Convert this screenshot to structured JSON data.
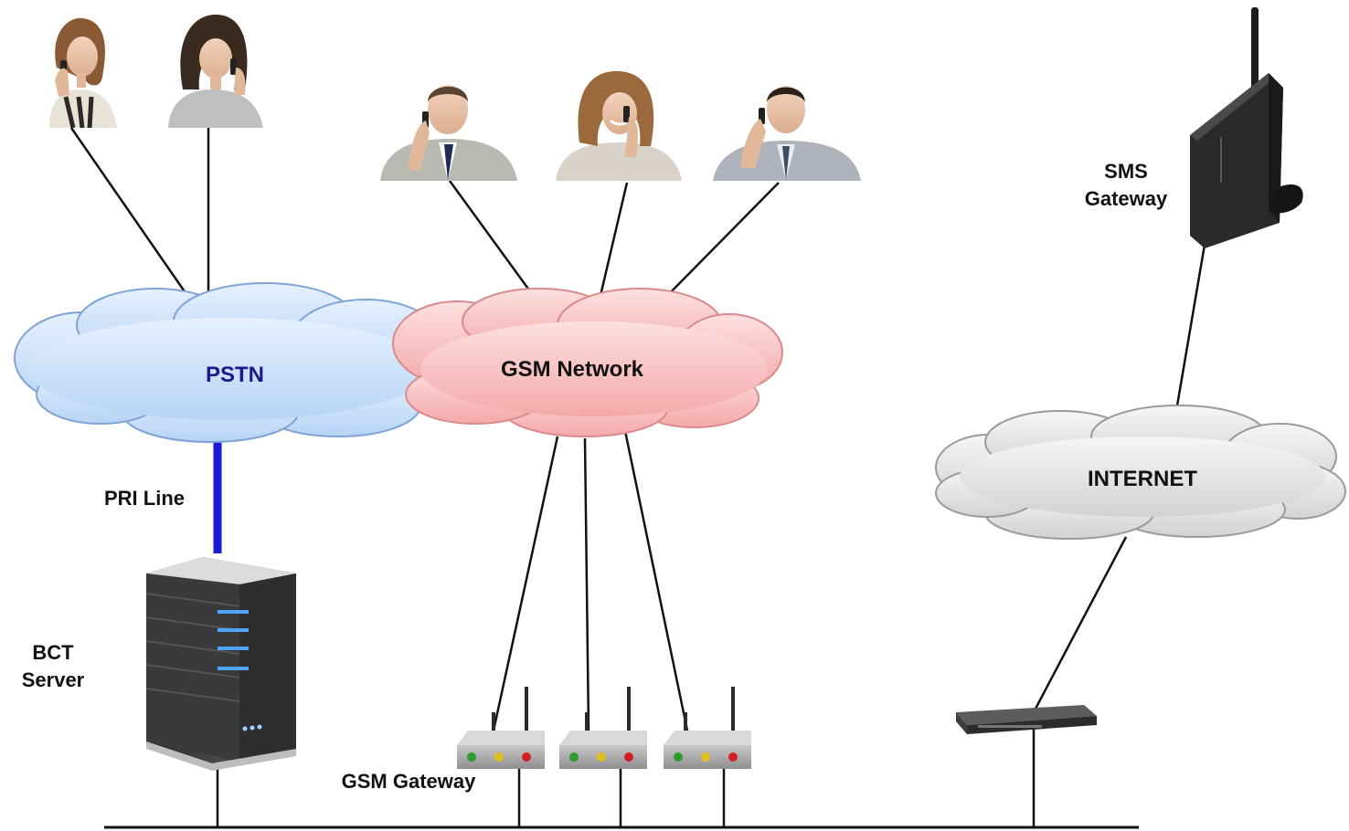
{
  "labels": {
    "pstn": "PSTN",
    "gsm_network": "GSM Network",
    "internet": "INTERNET",
    "pri_line": "PRI Line",
    "bct_server_line1": "BCT",
    "bct_server_line2": "Server",
    "gsm_gateway": "GSM Gateway",
    "sms_gateway_line1": "SMS",
    "sms_gateway_line2": "Gateway"
  },
  "colors": {
    "pstn_cloud": "#cfe3fb",
    "pstn_text": "#1a1a8c",
    "gsm_cloud": "#f9c4c4",
    "internet_cloud": "#e8e8e8",
    "pri_line": "#1a1adb",
    "connector": "#111111"
  },
  "icons": {
    "people": [
      "person-woman-phone",
      "person-woman-phone",
      "person-man-phone",
      "person-woman-phone",
      "person-man-phone"
    ],
    "server": "server-icon",
    "gsm_gateways": [
      "gsm-gateway-icon",
      "gsm-gateway-icon",
      "gsm-gateway-icon"
    ],
    "router": "network-switch-icon",
    "sms_gateway": "sms-gateway-modem-icon"
  }
}
